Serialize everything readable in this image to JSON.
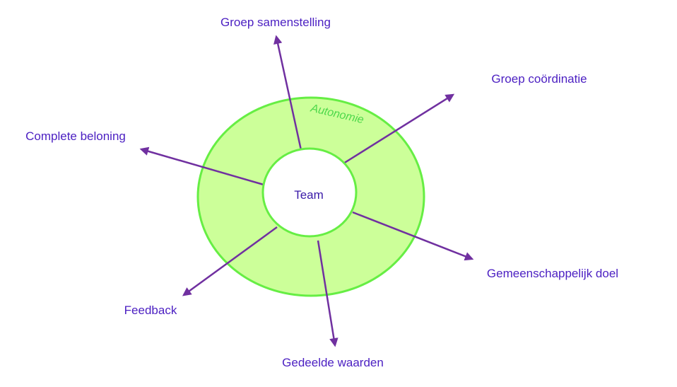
{
  "diagram": {
    "center": "Team",
    "ring": "Autonomie",
    "colors": {
      "ring_fill": "#ccff99",
      "ring_stroke": "#66ee44",
      "arrow": "#7030a0",
      "text": "#4b1fc2"
    },
    "spokes": [
      {
        "id": "groep-samenstelling",
        "label": "Groep samenstelling"
      },
      {
        "id": "groep-coordinatie",
        "label": "Groep coördinatie"
      },
      {
        "id": "complete-beloning",
        "label": "Complete beloning"
      },
      {
        "id": "gemeenschappelijk-doel",
        "label": "Gemeenschappelijk doel"
      },
      {
        "id": "feedback",
        "label": "Feedback"
      },
      {
        "id": "gedeelde-waarden",
        "label": "Gedeelde waarden"
      }
    ]
  }
}
